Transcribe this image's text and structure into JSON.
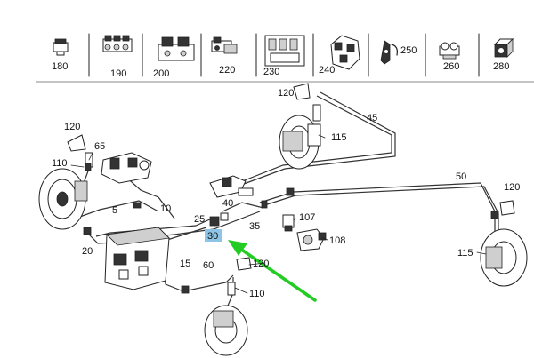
{
  "parts_bar": {
    "items": [
      {
        "label": "180",
        "icon": "clip-icon"
      },
      {
        "label": "190",
        "icon": "triple-clip-icon"
      },
      {
        "label": "200",
        "icon": "double-block-clip-icon"
      },
      {
        "label": "220",
        "icon": "bracket-clip-icon"
      },
      {
        "label": "230",
        "icon": "quad-clip-icon"
      },
      {
        "label": "240",
        "icon": "cross-clip-icon"
      },
      {
        "label": "250",
        "icon": "hook-clip-icon"
      },
      {
        "label": "260",
        "icon": "small-clip-icon"
      },
      {
        "label": "280",
        "icon": "cube-clip-icon"
      }
    ]
  },
  "diagram": {
    "callouts": {
      "c120_fl": "120",
      "c65": "65",
      "c110_fl": "110",
      "c10": "10",
      "c5": "5",
      "c20": "20",
      "c25": "25",
      "c40": "40",
      "c35": "35",
      "c30": "30",
      "c15": "15",
      "c60": "60",
      "c120_rr": "120",
      "c110_rr": "110",
      "c120_fr": "120",
      "c45": "45",
      "c115_fr": "115",
      "c50": "50",
      "c107": "107",
      "c108": "108",
      "c120_rl": "120",
      "c115_rl": "115"
    },
    "highlight": {
      "label": "30",
      "color": "#8ec5e6"
    },
    "arrow_color": "#22cc22"
  }
}
